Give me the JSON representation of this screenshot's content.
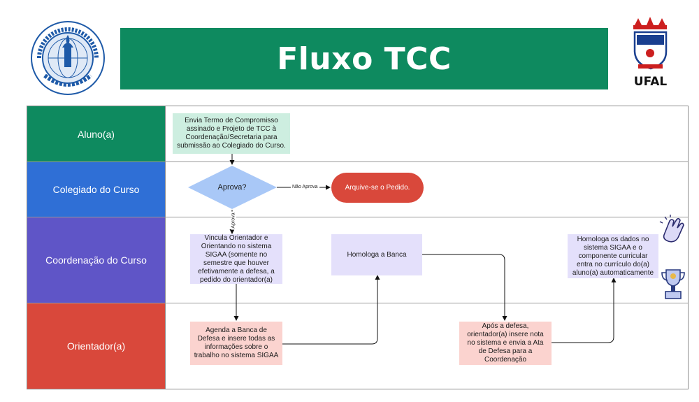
{
  "title": "Fluxo TCC",
  "brand": "UFAL",
  "lanes": {
    "aluno": "Aluno(a)",
    "colegiado": "Colegiado do Curso",
    "coordenacao": "Coordenação do Curso",
    "orientador": "Orientador(a)"
  },
  "nodes": {
    "envia": "Envia Termo de Compromisso assinado e Projeto de TCC à Coordenação/Secretaria para submissão ao Colegiado do Curso.",
    "aprova": "Aprova?",
    "arquive": "Arquive-se o Pedido.",
    "vincula": "Vincula Orientador e Orientando no sistema SIGAA (somente no semestre que houver efetivamente a defesa, a pedido do orientador(a)",
    "homologa_banca": "Homologa a Banca",
    "homologa_dados": "Homologa os dados no sistema SIGAA e o componente curricular entra no currículo do(a) aluno(a) automaticamente",
    "agenda": "Agenda a Banca de Defesa e insere todas as informações sobre o trabalho no sistema SIGAA",
    "apos_defesa": "Após a defesa, orientador(a) insere nota no sistema e envia a Ata de Defesa para a Coordenação"
  },
  "edges": {
    "nao_aprova": "Não Aprova",
    "aprova": "Aprova"
  },
  "colors": {
    "banner": "#0e8a5f",
    "lane_aluno": "#0e8a5f",
    "lane_colegiado": "#2f6fd6",
    "lane_coordenacao": "#5f55c7",
    "lane_orientador": "#d9483b"
  }
}
